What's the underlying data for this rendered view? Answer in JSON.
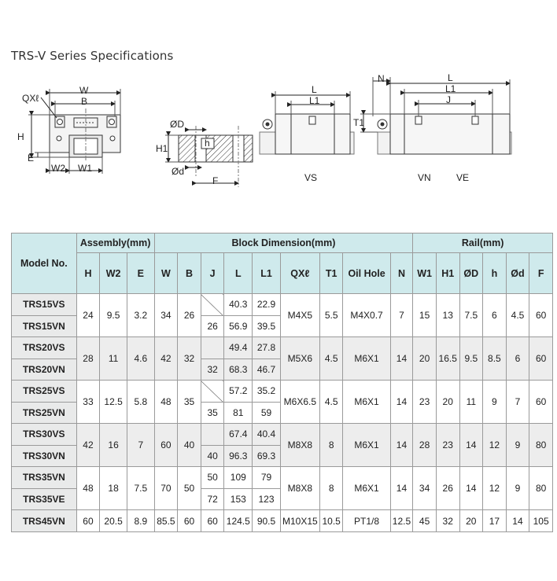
{
  "page": {
    "title": "TRS-V Series Specifications"
  },
  "drawing": {
    "labels": {
      "w": "W",
      "b": "B",
      "qxl": "QXℓ",
      "h": "H",
      "e": "E",
      "w2": "W2",
      "w1": "W1",
      "od_big": "ØD",
      "h1": "H1",
      "h_small": "h",
      "od_small": "Ød",
      "f": "F",
      "l": "L",
      "l1": "L1",
      "t1": "T1",
      "n": "N",
      "j": "J",
      "vs": "VS",
      "vn": "VN",
      "ve": "VE"
    }
  },
  "table": {
    "group_headers": {
      "model": "Model No.",
      "assembly": "Assembly(mm)",
      "block": "Block Dimension(mm)",
      "rail": "Rail(mm)"
    },
    "columns": {
      "assembly": [
        "H",
        "W2",
        "E"
      ],
      "block": [
        "W",
        "B",
        "J",
        "L",
        "L1",
        "QXℓ",
        "T1",
        "Oil Hole",
        "N"
      ],
      "rail": [
        "W1",
        "H1",
        "ØD",
        "h",
        "Ød",
        "F"
      ]
    },
    "groups": [
      {
        "models": [
          "TRS15VS",
          "TRS15VN"
        ],
        "H": "24",
        "W2": "9.5",
        "E": "3.2",
        "W": "34",
        "B": "26",
        "J": [
          "",
          "26"
        ],
        "L": [
          "40.3",
          "56.9"
        ],
        "L1": [
          "22.9",
          "39.5"
        ],
        "QXl": "M4X5",
        "T1": "5.5",
        "oil": "M4X0.7",
        "N": "7",
        "W1": "15",
        "H1": "13",
        "OD": "7.5",
        "h": "6",
        "od": "4.5",
        "F": "60"
      },
      {
        "models": [
          "TRS20VS",
          "TRS20VN"
        ],
        "H": "28",
        "W2": "11",
        "E": "4.6",
        "W": "42",
        "B": "32",
        "J": [
          "",
          "32"
        ],
        "L": [
          "49.4",
          "68.3"
        ],
        "L1": [
          "27.8",
          "46.7"
        ],
        "QXl": "M5X6",
        "T1": "4.5",
        "oil": "M6X1",
        "N": "14",
        "W1": "20",
        "H1": "16.5",
        "OD": "9.5",
        "h": "8.5",
        "od": "6",
        "F": "60"
      },
      {
        "models": [
          "TRS25VS",
          "TRS25VN"
        ],
        "H": "33",
        "W2": "12.5",
        "E": "5.8",
        "W": "48",
        "B": "35",
        "J": [
          "",
          "35"
        ],
        "L": [
          "57.2",
          "81"
        ],
        "L1": [
          "35.2",
          "59"
        ],
        "QXl": "M6X6.5",
        "T1": "4.5",
        "oil": "M6X1",
        "N": "14",
        "W1": "23",
        "H1": "20",
        "OD": "11",
        "h": "9",
        "od": "7",
        "F": "60"
      },
      {
        "models": [
          "TRS30VS",
          "TRS30VN"
        ],
        "H": "42",
        "W2": "16",
        "E": "7",
        "W": "60",
        "B": "40",
        "J": [
          "",
          "40"
        ],
        "L": [
          "67.4",
          "96.3"
        ],
        "L1": [
          "40.4",
          "69.3"
        ],
        "QXl": "M8X8",
        "T1": "8",
        "oil": "M6X1",
        "N": "14",
        "W1": "28",
        "H1": "23",
        "OD": "14",
        "h": "12",
        "od": "9",
        "F": "80"
      },
      {
        "models": [
          "TRS35VN",
          "TRS35VE"
        ],
        "H": "48",
        "W2": "18",
        "E": "7.5",
        "W": "70",
        "B": "50",
        "J": [
          "50",
          "72"
        ],
        "L": [
          "109",
          "153"
        ],
        "L1": [
          "79",
          "123"
        ],
        "QXl": "M8X8",
        "T1": "8",
        "oil": "M6X1",
        "N": "14",
        "W1": "34",
        "H1": "26",
        "OD": "14",
        "h": "12",
        "od": "9",
        "F": "80"
      }
    ],
    "single": {
      "model": "TRS45VN",
      "H": "60",
      "W2": "20.5",
      "E": "8.9",
      "W": "85.5",
      "B": "60",
      "J": "60",
      "L": "124.5",
      "L1": "90.5",
      "QXl": "M10X15",
      "T1": "10.5",
      "oil": "PT1/8",
      "N": "12.5",
      "W1": "45",
      "H1": "32",
      "OD": "20",
      "h": "17",
      "od": "14",
      "F": "105"
    }
  }
}
